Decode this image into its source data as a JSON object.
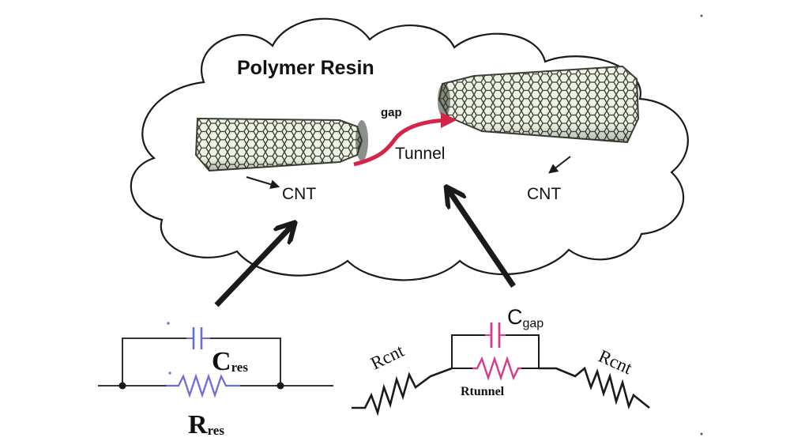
{
  "title": "Polymer Resin",
  "labels": {
    "gap": "gap",
    "tunnel": "Tunnel",
    "cnt_left": "CNT",
    "cnt_right": "CNT"
  },
  "left_circuit": {
    "capacitor": {
      "symbol": "C",
      "subscript": "res"
    },
    "resistor": {
      "symbol": "R",
      "subscript": "res"
    }
  },
  "right_circuit": {
    "capacitor": {
      "symbol": "C",
      "subscript": "gap"
    },
    "resistor_tunnel": "Rtunnel",
    "resistor_cnt_left": "Rcnt",
    "resistor_cnt_right": "Rcnt"
  },
  "colors": {
    "outline": "#1a1a1a",
    "tunnel_arrow": "#d6234a",
    "capacitor_res": "#6b6bd6",
    "resistor_res": "#6b6bd6",
    "capacitor_gap": "#d63a8a",
    "resistor_tunnel": "#d63a8a",
    "cnt_fill": "#eef2e6",
    "cnt_mesh": "#3a4033"
  }
}
